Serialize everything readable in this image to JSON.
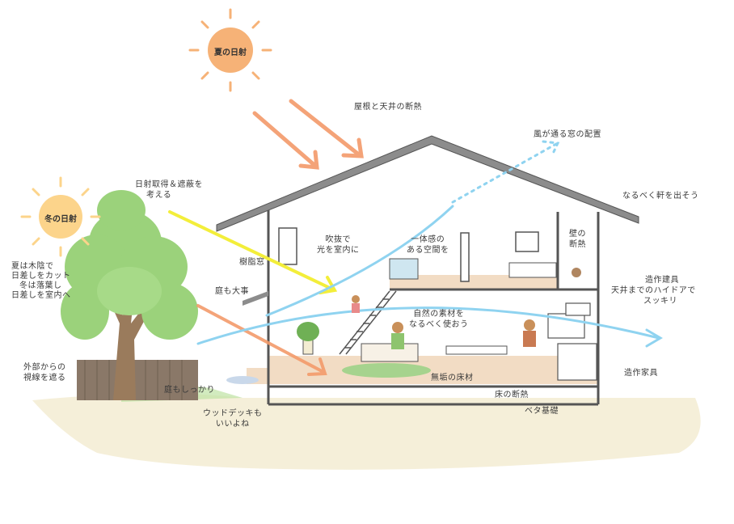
{
  "suns": {
    "summer": {
      "label": "夏の日射",
      "color": "#f6b277"
    },
    "winter": {
      "label": "冬の日射",
      "color": "#fcd48b"
    }
  },
  "labels": {
    "roof_ceiling": "屋根と天井の断熱",
    "wind_window": "風が通る窓の配置",
    "eaves": "なるべく軒を出そう",
    "solar_gain": [
      "日射取得＆遮蔽を",
      "考える"
    ],
    "atrium": [
      "吹抜で",
      "光を室内に"
    ],
    "unity": [
      "一体感の",
      "ある空間を"
    ],
    "wall_insulation": [
      "壁の",
      "断熱"
    ],
    "resin_window": "樹脂窓",
    "garden_important": "庭も大事",
    "summer_winter_tree": [
      "夏は木陰で",
      "日差しをカット",
      "冬は落葉し",
      "日差しを室内へ"
    ],
    "custom_fittings": [
      "造作建具",
      "天井までのハイドアで",
      "スッキリ"
    ],
    "natural_materials": [
      "自然の素材を",
      "なるべく使おう"
    ],
    "solid_floor": "無垢の床材",
    "floor_insulation": "床の断熱",
    "mat_foundation": "ベタ基礎",
    "custom_furniture": "造作家具",
    "outside_view": [
      "外部からの",
      "視線を遮る"
    ],
    "garden_solid": "庭もしっかり",
    "wood_deck": [
      "ウッドデッキも",
      "いいよね"
    ]
  },
  "colors": {
    "summer_arrow": "#f39a6a",
    "winter_arrow": "#f3ee3a",
    "wind_arrow": "#8fd3f0",
    "roof": "#8c8c8c",
    "wall": "#555555",
    "floor_wood": "#f2dcc4",
    "ground": "#f3ecd2",
    "tree_leaf": "#9bd27b",
    "tree_trunk": "#9a7b5c"
  }
}
